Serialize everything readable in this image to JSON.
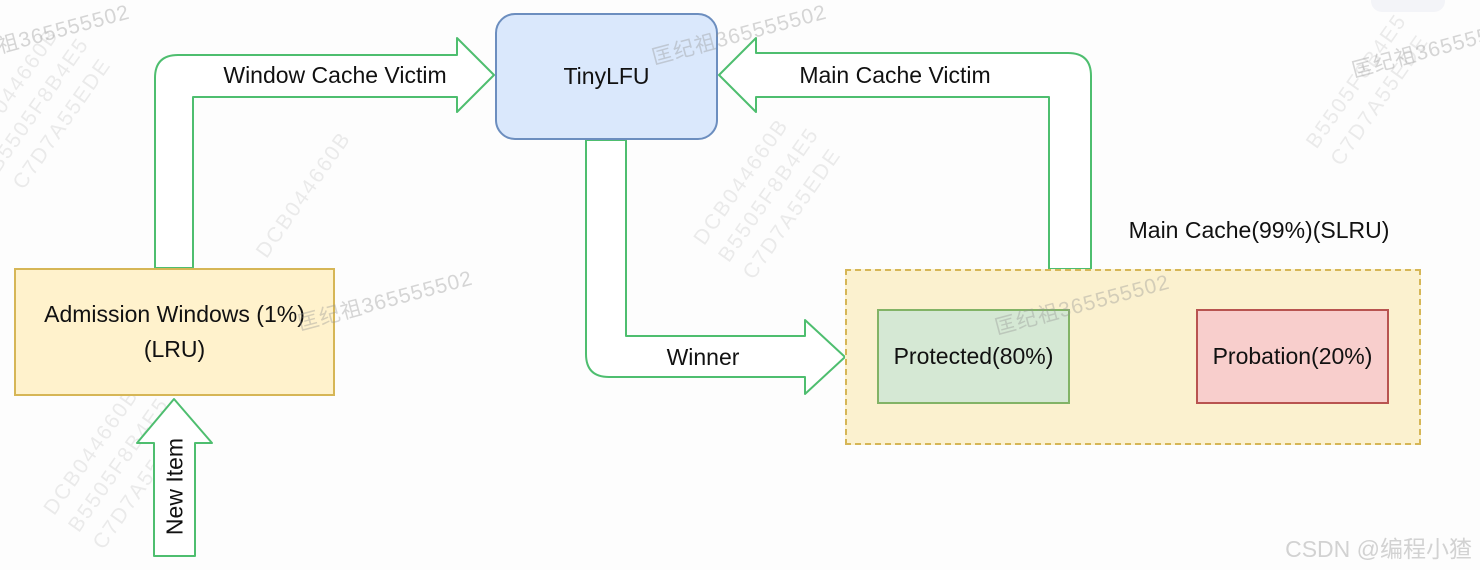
{
  "diagram": {
    "nodes": {
      "tinylfu": {
        "label": "TinyLFU"
      },
      "admission": {
        "label": "Admission Windows (1%)\n(LRU)"
      },
      "main_cache": {
        "label": "Main Cache(99%)(SLRU)"
      },
      "protected": {
        "label": "Protected(80%)"
      },
      "probation": {
        "label": "Probation(20%)"
      }
    },
    "arrows": {
      "window_cache_victim": {
        "label": "Window Cache Victim"
      },
      "main_cache_victim": {
        "label": "Main Cache Victim"
      },
      "winner": {
        "label": "Winner"
      },
      "new_item": {
        "label": "New Item"
      }
    },
    "colors": {
      "node_blue_fill": "#dae8fc",
      "node_blue_border": "#6c8ebf",
      "node_yellow_fill": "#fff2cc",
      "node_yellow_border": "#d6b656",
      "node_green_fill": "#d5e8d4",
      "node_green_border": "#82b366",
      "node_red_fill": "#f8cecc",
      "node_red_border": "#b85450",
      "flow_arrow_green": "#4ebe6f",
      "move_arrow_dark": "#404040"
    }
  },
  "watermarks": {
    "qq": "匡纪祖365555502",
    "csdn": "CSDN @编程小猹",
    "hex_lines": [
      "DCB044660B",
      "B5505F8B4E5",
      "C7D7A55EDE"
    ]
  }
}
